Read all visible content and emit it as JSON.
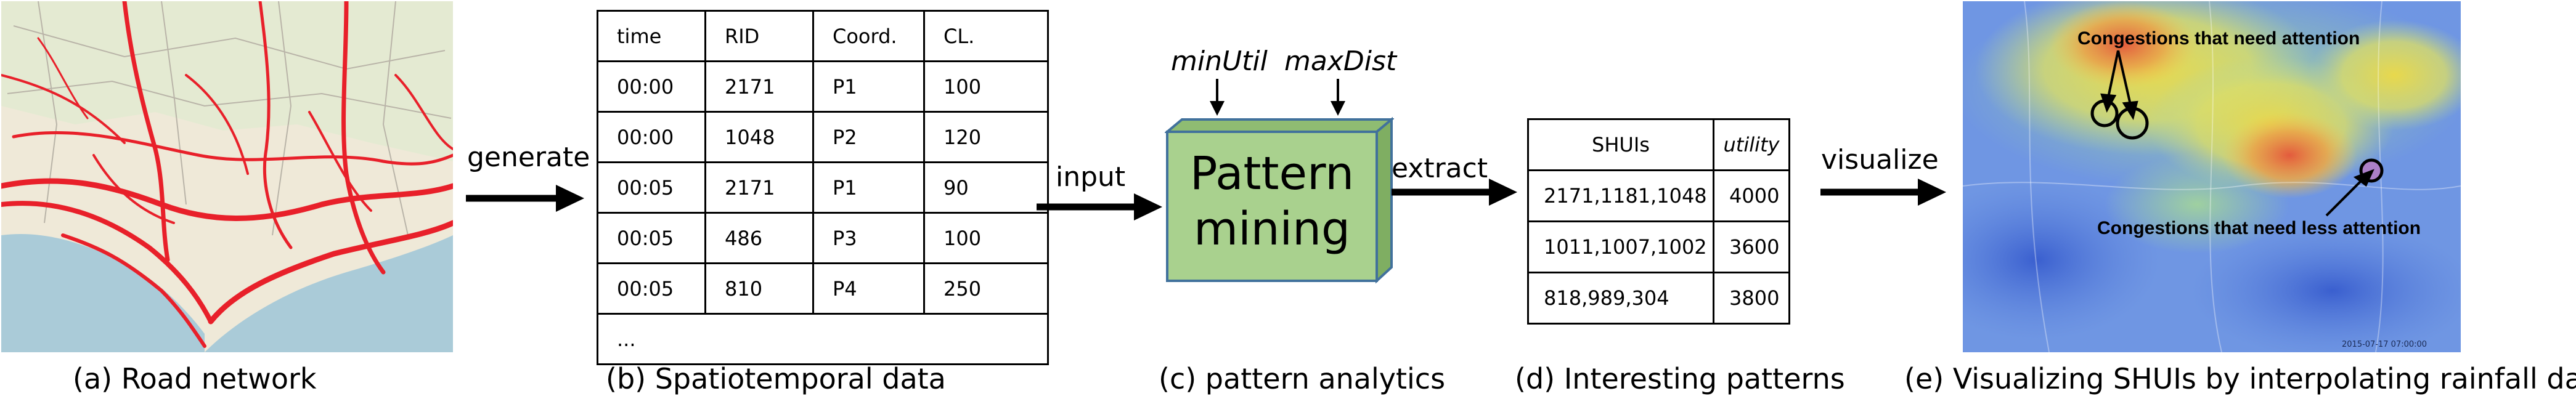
{
  "captions": {
    "a": "(a) Road network",
    "b": "(b) Spatiotemporal data",
    "c": "(c) pattern analytics",
    "d": "(d) Interesting patterns",
    "e": "(e) Visualizing SHUIs by interpolating rainfall data"
  },
  "arrows": {
    "generate": "generate",
    "input": "input",
    "extract": "extract",
    "visualize": "visualize"
  },
  "params": {
    "min_util": "minUtil",
    "max_dist": "maxDist"
  },
  "pattern_mining": {
    "line1": "Pattern",
    "line2": "mining"
  },
  "spatiotemporal_table": {
    "headers": [
      "time",
      "RID",
      "Coord.",
      "CL."
    ],
    "rows": [
      [
        "00:00",
        "2171",
        "P1",
        "100"
      ],
      [
        "00:00",
        "1048",
        "P2",
        "120"
      ],
      [
        "00:05",
        "2171",
        "P1",
        "90"
      ],
      [
        "00:05",
        "486",
        "P3",
        "100"
      ],
      [
        "00:05",
        "810",
        "P4",
        "250"
      ]
    ],
    "ellipsis": "..."
  },
  "patterns_table": {
    "headers": [
      "SHUIs",
      "utility"
    ],
    "rows": [
      [
        "2171,1181,1048",
        "4000"
      ],
      [
        "1011,1007,1002",
        "3600"
      ],
      [
        "818,989,304",
        "3800"
      ]
    ]
  },
  "rainfall_map": {
    "label_attention": "Congestions that need attention",
    "label_less_attention": "Congestions that need less attention",
    "timestamp": "2015-07-17 07:00:00"
  },
  "colors": {
    "pattern_box": "#a9d18e",
    "pattern_box_side": "#8fbc72",
    "pattern_box_edge": "#41719c",
    "road": "#e8202a",
    "sea": "#aacbd8",
    "land": "#efe9d8"
  }
}
